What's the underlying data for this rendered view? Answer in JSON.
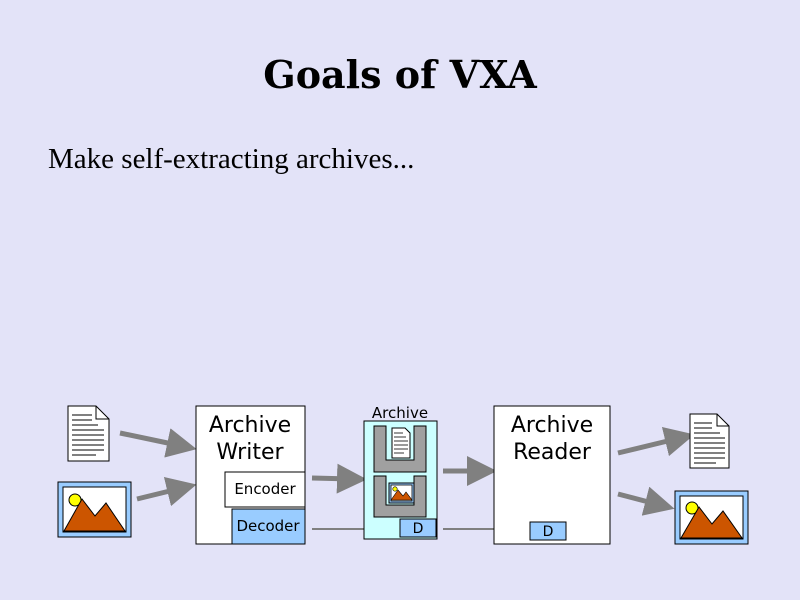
{
  "slide": {
    "title": "Goals of VXA",
    "bullet": "Make self-extracting archives..."
  },
  "diagram": {
    "writer": {
      "line1": "Archive",
      "line2": "Writer",
      "encoder": "Encoder",
      "decoder": "Decoder"
    },
    "archive": {
      "label": "Archive",
      "decoder_tag": "D"
    },
    "reader": {
      "line1": "Archive",
      "line2": "Reader",
      "decoder_tag": "D"
    }
  },
  "colors": {
    "background": "#e3e3f8",
    "decoder_fill": "#99ccff",
    "archive_fill": "#ccffff",
    "image_frame": "#99ccff",
    "arrow": "#808080",
    "mountain": "#cc5500",
    "sun": "#ffff00"
  }
}
